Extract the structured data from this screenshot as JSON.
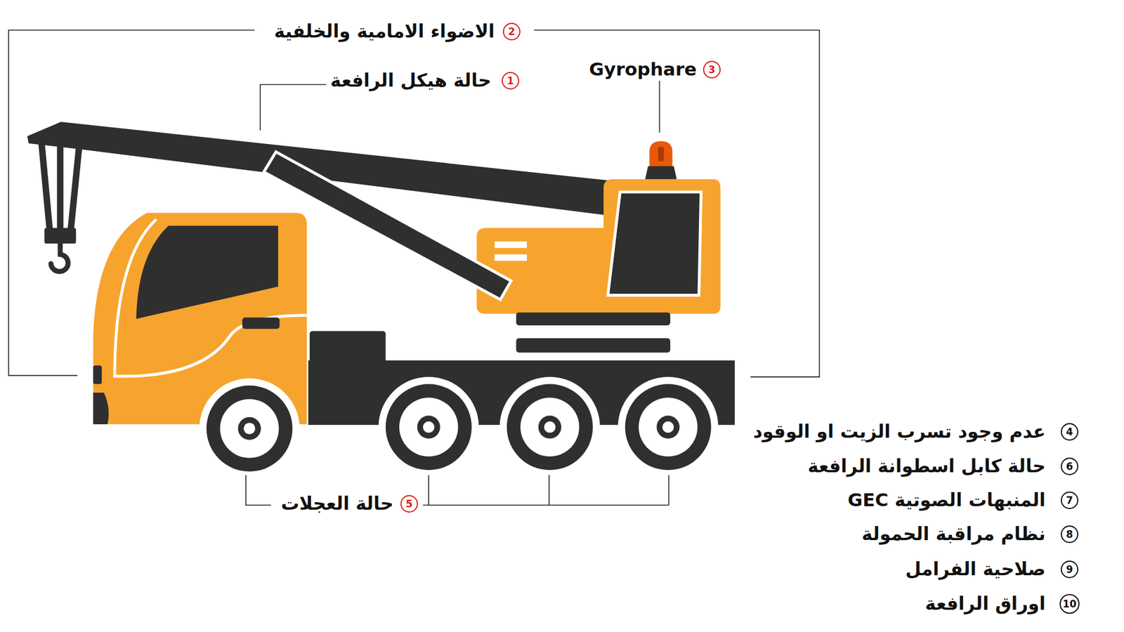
{
  "diagram": {
    "nodes": [
      {
        "text": [
          "2"
        ]
      },
      {
        "text": [
          "1"
        ]
      },
      {
        "text": [
          "3"
        ]
      },
      {
        "text": [
          "4"
        ]
      },
      {
        "text": [
          "6"
        ]
      },
      {
        "text": [
          "7"
        ]
      },
      {
        "text": [
          "5"
        ]
      },
      {
        "text": [
          "8"
        ]
      },
      {
        "text": [
          "9"
        ]
      },
      {
        "text": [
          "10"
        ]
      }
    ],
    "labels": [
      "الاضواء الامامية والخلفية",
      "حالة هيكل الرافعة",
      "Gyrophare",
      "عدم وجود تسرب الزيت او الوقود",
      "حالة كابل اسطوانة الرافعة",
      "المنبهات الصوتية GEC",
      "حالة العجلات",
      "نظام مراقبة الحمولة",
      "صلاحية الفرامل",
      "اوراق الرافعة"
    ]
  }
}
